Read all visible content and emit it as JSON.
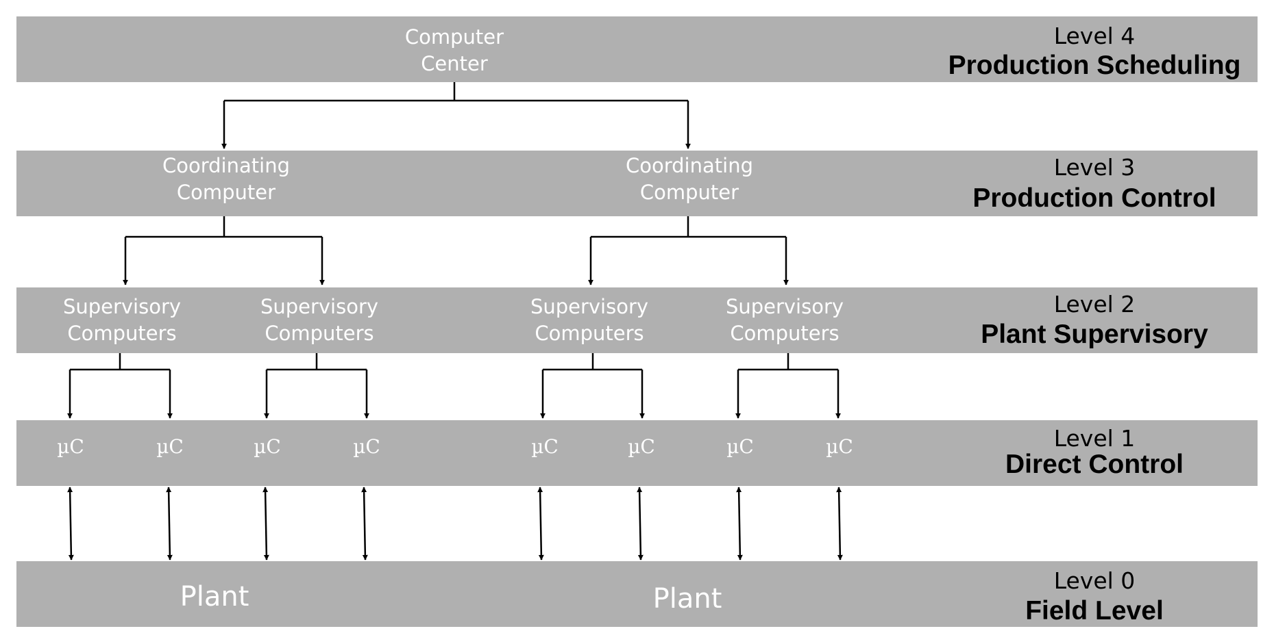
{
  "levels": [
    {
      "number": "Level 4",
      "name": "Production Scheduling"
    },
    {
      "number": "Level 3",
      "name": "Production Control"
    },
    {
      "number": "Level 2",
      "name": "Plant Supervisory"
    },
    {
      "number": "Level 1",
      "name": "Direct Control"
    },
    {
      "number": "Level 0",
      "name": "Field Level"
    }
  ],
  "nodes": {
    "computer_center": [
      "Computer",
      "Center"
    ],
    "coordinating": [
      "Coordinating",
      "Computer"
    ],
    "supervisory": [
      "Supervisory",
      "Computers"
    ],
    "microcontroller": "µC",
    "plant": "Plant"
  },
  "colors": {
    "band": "#b0b0b0",
    "node_text": "#ffffff",
    "label_text": "#000000"
  }
}
